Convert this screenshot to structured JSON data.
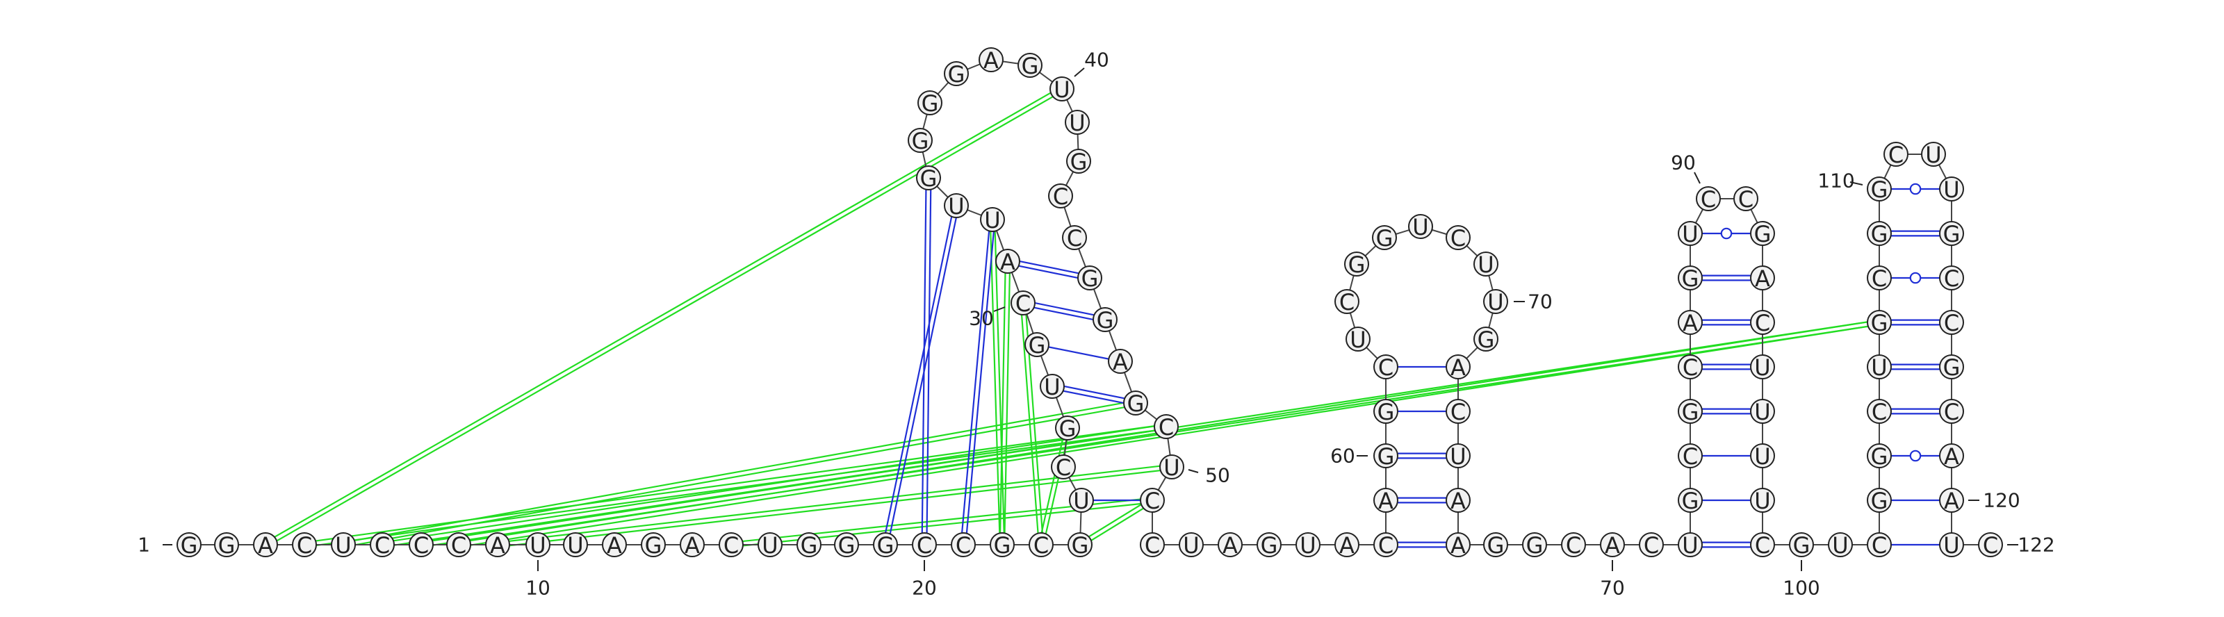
{
  "diagram": {
    "sequence": "GGACUCCCAUUAGACUGGGCCGCGUCGUGCAUUGGGGAGUUGCCGGAGCUCCUAGUACAGGCUCGGUCUUGACUAAGGCACUGCGCAGUCCGACUUUUCGUCGGCUGCGGCUUGCCGCAAUC",
    "number_labels": [
      "1",
      "10",
      "20",
      "30",
      "40",
      "50",
      "60",
      "70",
      "80",
      "90",
      "100",
      "110",
      "120",
      "122"
    ],
    "colors": {
      "canonical_pair": "#1f2fd6",
      "pseudoknot_pair": "#22dd22",
      "backbone": "#444444",
      "nucleotide_fill": "#f2f2f2",
      "nucleotide_stroke": "#222222"
    }
  }
}
